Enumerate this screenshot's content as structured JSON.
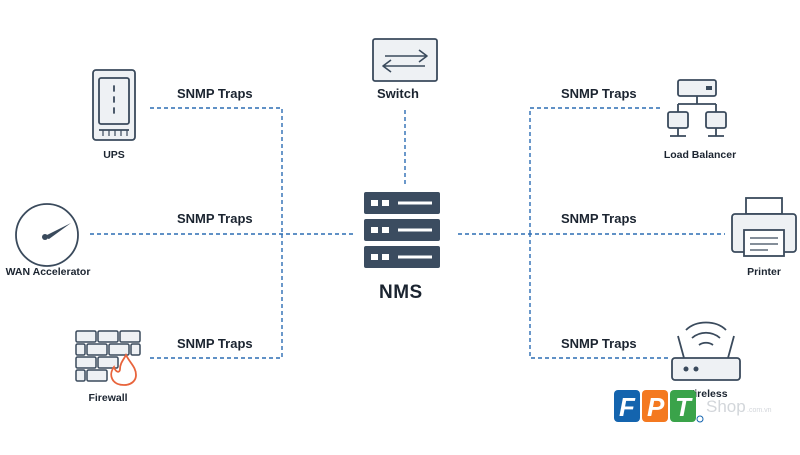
{
  "colors": {
    "line": "#2c6db3",
    "icon_stroke": "#3a4a5c",
    "icon_fill": "#eef1f4",
    "nms_fill": "#3b4c60",
    "flame": "#e8643c",
    "fpt_blue": "#1464ae",
    "fpt_orange": "#f47920",
    "fpt_green": "#3aa34a"
  },
  "center": {
    "label": "NMS",
    "icon": "server-rack-icon"
  },
  "top": {
    "label": "Switch",
    "icon": "switch-icon"
  },
  "traps": {
    "ups": "SNMP Traps",
    "wan": "SNMP Traps",
    "firewall": "SNMP Traps",
    "load_balancer": "SNMP Traps",
    "printer": "SNMP Traps",
    "wireless": "SNMP Traps"
  },
  "devices": {
    "ups": {
      "label": "UPS",
      "icon": "ups-icon"
    },
    "wan": {
      "label": "WAN Accelerator",
      "icon": "gauge-icon"
    },
    "firewall": {
      "label": "Firewall",
      "icon": "brick-wall-flame-icon"
    },
    "load_balancer": {
      "label": "Load Balancer",
      "icon": "load-balancer-icon"
    },
    "printer": {
      "label": "Printer",
      "icon": "printer-icon"
    },
    "wireless": {
      "label": "Wireless",
      "icon": "wireless-router-icon"
    }
  },
  "watermark": {
    "brand": "FPT",
    "shop": "Shop",
    "domain": ".com.vn"
  }
}
